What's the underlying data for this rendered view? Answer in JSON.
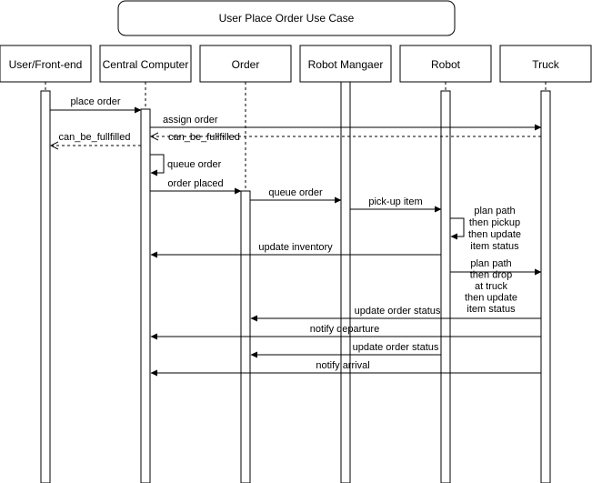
{
  "title": "User Place Order Use Case",
  "lifelines": [
    {
      "id": "user",
      "label": "User/Front-end"
    },
    {
      "id": "central",
      "label": "Central Computer"
    },
    {
      "id": "order",
      "label": "Order"
    },
    {
      "id": "robotmgr",
      "label": "Robot Mangaer"
    },
    {
      "id": "robot",
      "label": "Robot"
    },
    {
      "id": "truck",
      "label": "Truck"
    }
  ],
  "messages": [
    {
      "id": "m1",
      "label": "place order",
      "from": "user",
      "to": "central",
      "style": "solid"
    },
    {
      "id": "m2",
      "label": "assign order",
      "from": "central",
      "to": "truck",
      "style": "solid"
    },
    {
      "id": "m3",
      "label": "can_be_fullfilled",
      "from": "truck",
      "to": "central",
      "style": "dashed"
    },
    {
      "id": "m4",
      "label": "can_be_fullfilled",
      "from": "central",
      "to": "user",
      "style": "dashed"
    },
    {
      "id": "m5",
      "label": "queue order",
      "from": "central",
      "to": "central",
      "style": "self"
    },
    {
      "id": "m6",
      "label": "order placed",
      "from": "central",
      "to": "order",
      "style": "solid"
    },
    {
      "id": "m7",
      "label": "queue order",
      "from": "order",
      "to": "robotmgr",
      "style": "solid"
    },
    {
      "id": "m8",
      "label": "pick-up item",
      "from": "robotmgr",
      "to": "robot",
      "style": "solid"
    },
    {
      "id": "m9",
      "label": "plan path\nthen pickup\nthen update\nitem status",
      "from": "robot",
      "to": "robot",
      "style": "self"
    },
    {
      "id": "m10",
      "label": "update inventory",
      "from": "robot",
      "to": "central",
      "style": "solid"
    },
    {
      "id": "m11",
      "label": "plan path\nthen drop\nat truck\nthen update\nitem status",
      "from": "robot",
      "to": "truck",
      "style": "solid"
    },
    {
      "id": "m12",
      "label": "update order status",
      "from": "truck",
      "to": "order",
      "style": "solid"
    },
    {
      "id": "m13",
      "label": "notify departure",
      "from": "truck",
      "to": "central",
      "style": "solid"
    },
    {
      "id": "m14",
      "label": "update order status",
      "from": "robot",
      "to": "order",
      "style": "solid"
    },
    {
      "id": "m15",
      "label": "notify arrival",
      "from": "truck",
      "to": "central",
      "style": "solid"
    }
  ]
}
